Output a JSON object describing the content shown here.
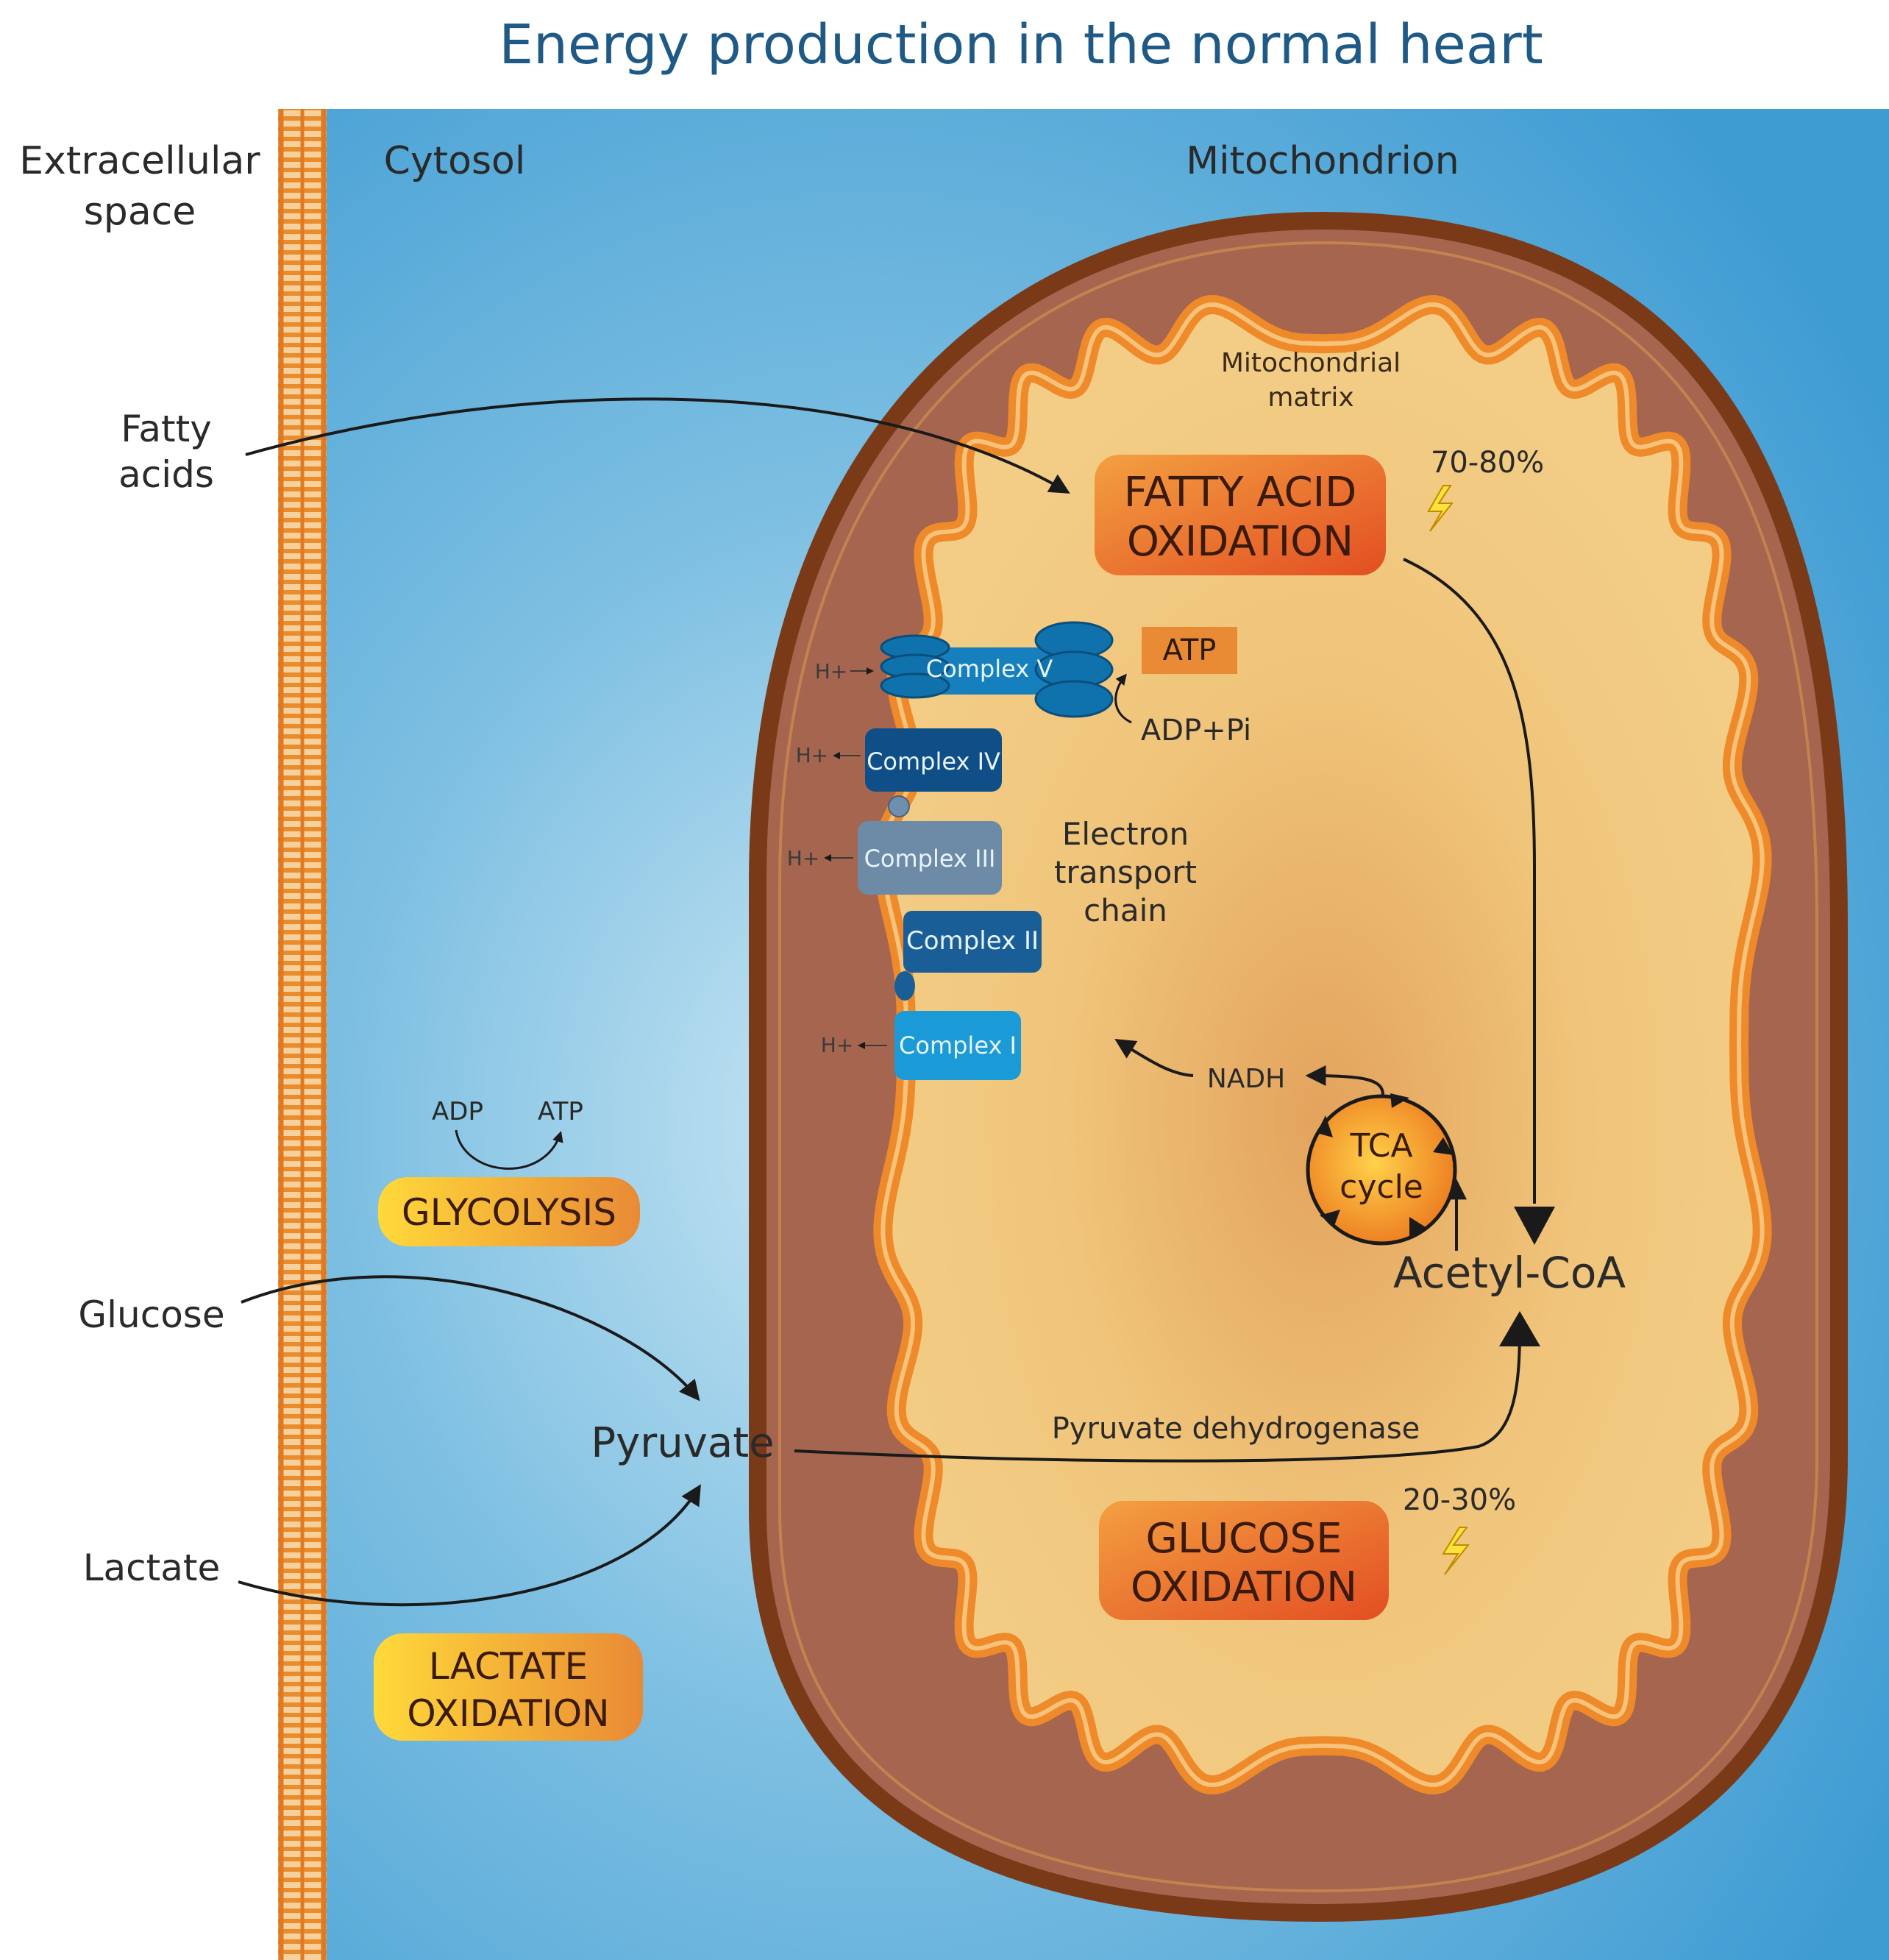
{
  "title": "Energy production in the normal heart",
  "regions": {
    "extracellular_line1": "Extracellular",
    "extracellular_line2": "space",
    "cytosol": "Cytosol",
    "mitochondrion": "Mitochondrion",
    "matrix_line1": "Mitochondrial",
    "matrix_line2": "matrix"
  },
  "substrates": {
    "fatty_acids_line1": "Fatty",
    "fatty_acids_line2": "acids",
    "glucose": "Glucose",
    "lactate": "Lactate",
    "pyruvate": "Pyruvate",
    "acetyl_coa": "Acetyl-CoA",
    "nadh": "NADH",
    "atp": "ATP",
    "adp_pi": "ADP+Pi",
    "glyco_adp": "ADP",
    "glyco_atp": "ATP"
  },
  "processes": {
    "fao_line1": "FATTY ACID",
    "fao_line2": "OXIDATION",
    "fao_percent": "70-80%",
    "gox_line1": "GLUCOSE",
    "gox_line2": "OXIDATION",
    "gox_percent": "20-30%",
    "glycolysis": "GLYCOLYSIS",
    "lactox_line1": "LACTATE",
    "lactox_line2": "OXIDATION",
    "pdh": "Pyruvate dehydrogenase",
    "tca_line1": "TCA",
    "tca_line2": "cycle",
    "etc_line1": "Electron",
    "etc_line2": "transport",
    "etc_line3": "chain"
  },
  "complexes": {
    "c1": "Complex I",
    "c2": "Complex II",
    "c3": "Complex III",
    "c4": "Complex IV",
    "c5": "Complex V",
    "hplus": "H+"
  },
  "colors": {
    "title": "#1f5a87",
    "cytosol_blue": "#4aa3d6",
    "outer_membrane": "#7a3a18",
    "intermembrane": "#a5654f",
    "inner_membrane": "#ef8a2a",
    "matrix": "#f1c67a",
    "process_orange": "#e86a25",
    "complex_dark": "#0f4e86",
    "complex_light": "#1a9ad7"
  }
}
